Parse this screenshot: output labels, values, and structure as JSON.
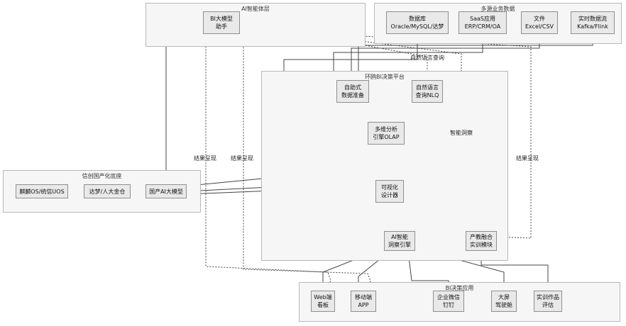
{
  "groups": {
    "ai_layer": "AI智能体层",
    "data_sources": "多源业务数据",
    "platform": "环鸥BI决策平台",
    "xinchuang": "信创国产化底座",
    "apps": "BI决策应用"
  },
  "nodes": {
    "bi_assistant": [
      "BI大模型",
      "助手"
    ],
    "database": [
      "数据库",
      "Oracle/MySQL/达梦"
    ],
    "saas": [
      "SaaS应用",
      "ERP/CRM/OA"
    ],
    "file": [
      "文件",
      "Excel/CSV"
    ],
    "stream": [
      "实时数据流",
      "Kafka/Flink"
    ],
    "self_prep": [
      "自助式",
      "数据准备"
    ],
    "nlq": [
      "自然语言",
      "查询NLQ"
    ],
    "olap": [
      "多维分析",
      "引擎OLAP"
    ],
    "viz": [
      "可视化",
      "设计器"
    ],
    "insight": [
      "AI智能",
      "洞察引擎"
    ],
    "training": [
      "产教融合",
      "实训模块"
    ],
    "kylin": [
      "麒麟OS/统信UOS"
    ],
    "dameng": [
      "达梦/人大金仓"
    ],
    "domestic_ai": [
      "国产AI大模型"
    ],
    "web": [
      "Web端",
      "看板"
    ],
    "mobile": [
      "移动端",
      "APP"
    ],
    "wechat": [
      "企业微信",
      "钉钉"
    ],
    "bigscreen": [
      "大屏",
      "驾驶舱"
    ],
    "eval": [
      "实训作品",
      "评估"
    ]
  },
  "edge_labels": {
    "nl_query": "自然语言查询",
    "result_left1": "结果呈现",
    "result_left2": "结果呈现",
    "smart_insight": "智能洞察",
    "result_right": "结果呈现"
  }
}
